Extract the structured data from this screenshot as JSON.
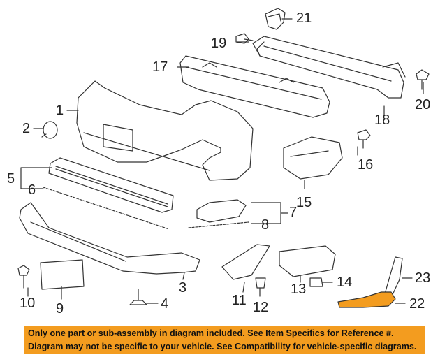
{
  "callouts": {
    "c1": "1",
    "c2": "2",
    "c3": "3",
    "c4": "4",
    "c5": "5",
    "c6": "6",
    "c7": "7",
    "c8": "8",
    "c9": "9",
    "c10": "10",
    "c11": "11",
    "c12": "12",
    "c13": "13",
    "c14": "14",
    "c15": "15",
    "c16": "16",
    "c17": "17",
    "c18": "18",
    "c19": "19",
    "c20": "20",
    "c21": "21",
    "c22": "22",
    "c23": "23"
  },
  "banner": {
    "line1": "Only one part or sub-assembly in diagram included. See Item Specifics for Reference #.",
    "line2": "Diagram may not be specific to your vehicle. See Compatibility for vehicle-specific diagrams."
  },
  "colors": {
    "banner_bg": "#f39c1f",
    "highlight_part": "#f39c1f",
    "line": "#333333"
  }
}
